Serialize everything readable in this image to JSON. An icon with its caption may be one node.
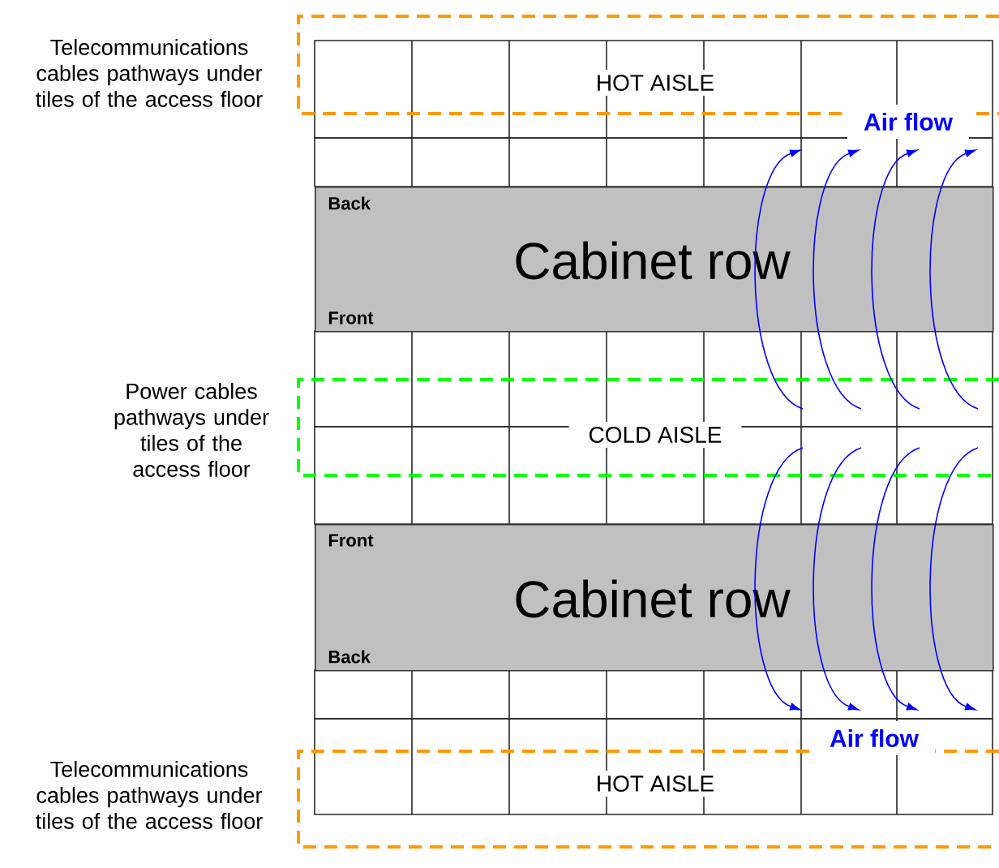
{
  "diagram": {
    "nodes": [
      {
        "text": [
          "Back",
          "Cabinet row",
          "Front"
        ]
      },
      {
        "text": [
          "Front",
          "Cabinet row",
          "Back"
        ]
      }
    ],
    "labels": [
      "Telecommunications cables pathways under tiles of the access floor",
      "HOT AISLE",
      "Air flow",
      "Power cables pathways under tiles of the access floor",
      "COLD AISLE",
      "Air flow",
      "Telecommunications cables pathways under tiles of the access floor",
      "HOT AISLE"
    ]
  }
}
